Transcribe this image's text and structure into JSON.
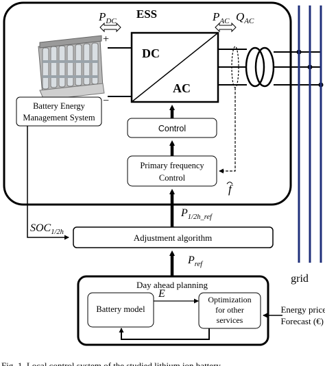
{
  "ess": {
    "title": "ESS"
  },
  "power": {
    "p_dc_main": "P",
    "p_dc_sub": "DC",
    "p_ac_main": "P",
    "p_ac_sub": "AC",
    "q_ac_main": "Q",
    "q_ac_sub": "AC"
  },
  "converter": {
    "dc_label": "DC",
    "ac_label": "AC"
  },
  "battery": {
    "plus": "+",
    "minus": "−"
  },
  "bems": {
    "line1": "Battery Energy",
    "line2": "Management System"
  },
  "control": {
    "label": "Control"
  },
  "primary": {
    "line1": "Primary frequency",
    "line2": "Control"
  },
  "signals": {
    "f_label": "f",
    "p12_main": "P",
    "p12_sub": "1/2h_ref",
    "soc_main": "SOC",
    "soc_sub": "1/2h",
    "pref_main": "P",
    "pref_sub": "ref",
    "e_label": "E"
  },
  "adjustment": {
    "label": "Adjustment algorithm"
  },
  "planning": {
    "title": "Day ahead planning",
    "battery_model": "Battery model",
    "opt_line1": "Optimization",
    "opt_line2": "for other",
    "opt_line3": "services"
  },
  "forecast": {
    "line1": "Energy price",
    "line2": "Forecast (€)"
  },
  "grid": {
    "label": "grid"
  },
  "caption": {
    "text": "Fig. 1.   Local control system of the studied lithium ion battery"
  }
}
